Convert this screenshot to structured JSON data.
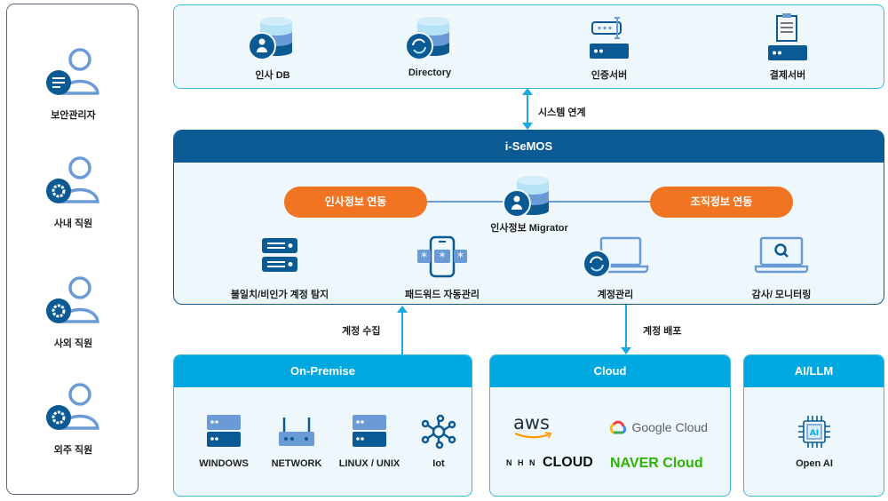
{
  "users": [
    {
      "label": "보안관리자",
      "badge": "list-icon"
    },
    {
      "label": "사내 직원",
      "badge": "gear-icon"
    },
    {
      "label": "사외 직원",
      "badge": "gear-icon"
    },
    {
      "label": "외주 직원",
      "badge": "gear-icon"
    }
  ],
  "systems": [
    {
      "label": "인사 DB",
      "icon": "database-user-icon"
    },
    {
      "label": "Directory",
      "icon": "database-sync-icon"
    },
    {
      "label": "인증서버",
      "icon": "auth-server-icon"
    },
    {
      "label": "결제서버",
      "icon": "payment-server-icon"
    }
  ],
  "links": {
    "system_link": "시스템 연계",
    "account_collect": "계정 수집",
    "account_deploy": "계정 배포"
  },
  "semos": {
    "title": "i-SeMOS",
    "hr_sync": "인사정보 연동",
    "org_sync": "조직정보 연동",
    "migrator": "인사정보 Migrator",
    "features": [
      {
        "label": "불일치/비인가 계정 탐지",
        "icon": "server-stack-icon"
      },
      {
        "label": "패드워드 자동관리",
        "icon": "phone-password-icon"
      },
      {
        "label": "계정관리",
        "icon": "laptop-sync-icon"
      },
      {
        "label": "감사/ 모니터링",
        "icon": "laptop-search-icon"
      }
    ]
  },
  "onprem": {
    "title": "On-Premise",
    "items": [
      {
        "label": "WINDOWS",
        "icon": "server-icon"
      },
      {
        "label": "NETWORK",
        "icon": "router-icon"
      },
      {
        "label": "LINUX / UNIX",
        "icon": "server-icon"
      },
      {
        "label": "Iot",
        "icon": "iot-hub-icon"
      }
    ]
  },
  "cloud": {
    "title": "Cloud",
    "providers": {
      "aws": "aws",
      "google": "Google Cloud",
      "nhn_prefix": "N H N",
      "nhn": "CLOUD",
      "naver": "NAVER Cloud"
    }
  },
  "ai": {
    "title": "AI/LLM",
    "item": "Open AI",
    "chip_text": "AI"
  },
  "colors": {
    "navy": "#0b5a94",
    "sky": "#00a8e1",
    "orange": "#f07422",
    "light_blue": "#6b9bd6",
    "panel_bg": "#edf7fc",
    "naver_green": "#2db400",
    "aws_orange": "#ff9900"
  }
}
